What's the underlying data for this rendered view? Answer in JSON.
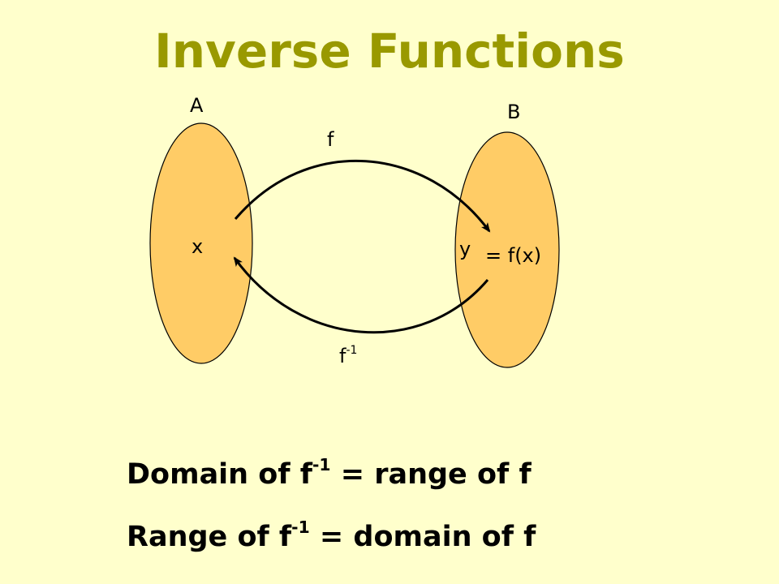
{
  "title": "Inverse Functions",
  "diagram": {
    "set_a_label": "A",
    "set_b_label": "B",
    "forward_label": "f",
    "inverse_label_base": "f",
    "inverse_label_exp": "-1",
    "element_x": "x",
    "element_y": "y",
    "element_y_expr": "= f(x)",
    "colors": {
      "set_fill": "#ffcc66",
      "set_stroke": "#000000",
      "arrow": "#000000",
      "title": "#999900",
      "background": "#ffffcc"
    }
  },
  "statements": {
    "line1": {
      "prefix": "Domain of f",
      "exp": "-1",
      "suffix": " = range of f"
    },
    "line2": {
      "prefix": "Range of f",
      "exp": "-1",
      "suffix": " = domain of f"
    }
  }
}
